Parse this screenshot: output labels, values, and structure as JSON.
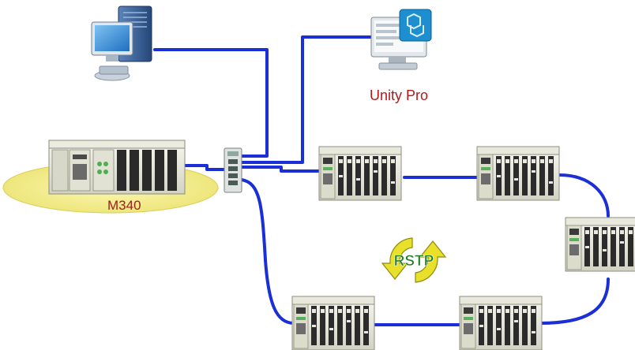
{
  "labels": {
    "software": "Unity Pro",
    "controller": "M340",
    "ring_protocol": "RSTP"
  },
  "colors": {
    "network_cable": "#1a2fd6",
    "software_label": "#b11a1a",
    "controller_label": "#9a1e1e",
    "rstp_text": "#1f7d22",
    "rstp_arrows": "#e8e02a",
    "base_ellipse": "#f3ee8a"
  },
  "icons": {
    "workstation": "desktop-pc-icon",
    "software_workstation": "unity-pro-monitor-icon",
    "ethernet_switch": "ethernet-switch-icon",
    "ring_redundancy": "rstp-cycle-arrows-icon"
  }
}
